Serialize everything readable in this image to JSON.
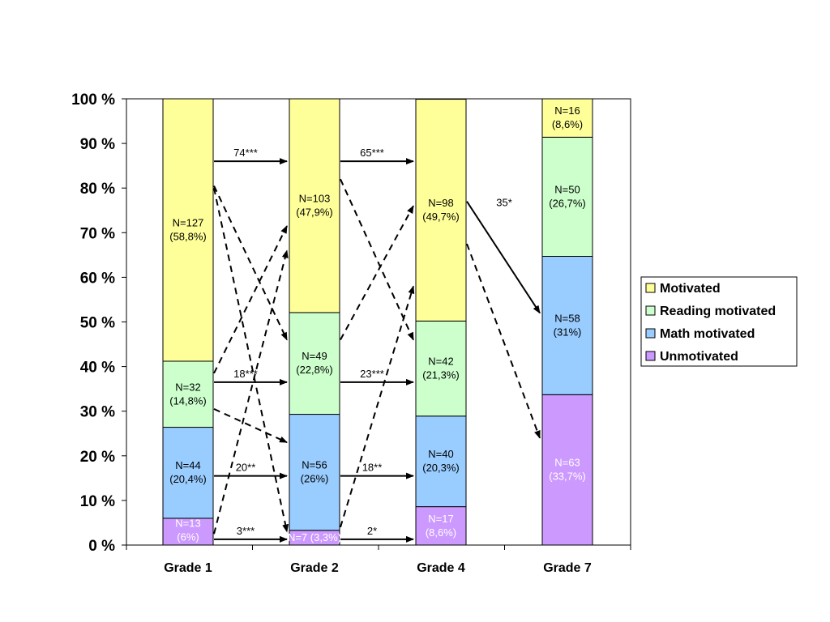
{
  "chart_data": {
    "type": "bar",
    "stacked": true,
    "percent_stacked": true,
    "categories": [
      "Grade 1",
      "Grade 2",
      "Grade 4",
      "Grade 7"
    ],
    "y_ticks": [
      "0 %",
      "10 %",
      "20 %",
      "30 %",
      "40 %",
      "50 %",
      "60 %",
      "70 %",
      "80 %",
      "90 %",
      "100 %"
    ],
    "ylim": [
      0,
      100
    ],
    "grid": false,
    "legend_position": "right",
    "series": [
      {
        "name": "Unmotivated",
        "color": "#cc99ff",
        "values": [
          6,
          3.3,
          8.6,
          33.7
        ],
        "labels": [
          [
            "N=13",
            "(6%)"
          ],
          [
            "N=7 (3,3%)"
          ],
          [
            "N=17",
            "(8,6%)"
          ],
          [
            "N=63",
            "(33,7%)"
          ]
        ],
        "label_color": "#ffffff"
      },
      {
        "name": "Math motivated",
        "color": "#99ccff",
        "values": [
          20.4,
          26,
          20.3,
          31
        ],
        "labels": [
          [
            "N=44",
            "(20,4%)"
          ],
          [
            "N=56",
            "(26%)"
          ],
          [
            "N=40",
            "(20,3%)"
          ],
          [
            "N=58",
            "(31%)"
          ]
        ],
        "label_color": "#000000"
      },
      {
        "name": "Reading motivated",
        "color": "#ccffcc",
        "values": [
          14.8,
          22.8,
          21.3,
          26.7
        ],
        "labels": [
          [
            "N=32",
            "(14,8%)"
          ],
          [
            "N=49",
            "(22,8%)"
          ],
          [
            "N=42",
            "(21,3%)"
          ],
          [
            "N=50",
            "(26,7%)"
          ]
        ],
        "label_color": "#000000"
      },
      {
        "name": "Motivated",
        "color": "#ffff99",
        "values": [
          58.8,
          47.9,
          49.7,
          8.6
        ],
        "labels": [
          [
            "N=127",
            "(58,8%)"
          ],
          [
            "N=103",
            "(47,9%)"
          ],
          [
            "N=98",
            "(49,7%)"
          ],
          [
            "N=16",
            "(8,6%)"
          ]
        ],
        "label_color": "#000000"
      }
    ],
    "legend": [
      "Motivated",
      "Reading motivated",
      "Math motivated",
      "Unmotivated"
    ],
    "transitions": [
      {
        "from": 0,
        "to": 1,
        "y_from": 86,
        "y_to": 86,
        "style": "solid",
        "label": "74***"
      },
      {
        "from": 0,
        "to": 1,
        "y_from": 36.5,
        "y_to": 36.5,
        "style": "solid",
        "label": "18***"
      },
      {
        "from": 0,
        "to": 1,
        "y_from": 15.5,
        "y_to": 15.5,
        "style": "solid",
        "label": "20**"
      },
      {
        "from": 0,
        "to": 1,
        "y_from": 1.3,
        "y_to": 1.3,
        "style": "solid",
        "label": "3***"
      },
      {
        "from": 0,
        "to": 1,
        "y_from": 80.5,
        "y_to": 46,
        "style": "dashed",
        "label": ""
      },
      {
        "from": 0,
        "to": 1,
        "y_from": 80,
        "y_to": 3,
        "style": "dashed",
        "label": ""
      },
      {
        "from": 0,
        "to": 1,
        "y_from": 38.5,
        "y_to": 71.5,
        "style": "dashed",
        "label": ""
      },
      {
        "from": 0,
        "to": 1,
        "y_from": 30.5,
        "y_to": 23,
        "style": "dashed",
        "label": ""
      },
      {
        "from": 0,
        "to": 1,
        "y_from": 2.5,
        "y_to": 66,
        "style": "dashed",
        "label": ""
      },
      {
        "from": 1,
        "to": 2,
        "y_from": 86,
        "y_to": 86,
        "style": "solid",
        "label": "65***"
      },
      {
        "from": 1,
        "to": 2,
        "y_from": 36.5,
        "y_to": 36.5,
        "style": "solid",
        "label": "23***"
      },
      {
        "from": 1,
        "to": 2,
        "y_from": 15.5,
        "y_to": 15.5,
        "style": "solid",
        "label": "18**"
      },
      {
        "from": 1,
        "to": 2,
        "y_from": 1.3,
        "y_to": 1.3,
        "style": "solid",
        "label": "2*"
      },
      {
        "from": 1,
        "to": 2,
        "y_from": 82,
        "y_to": 46,
        "style": "dashed",
        "label": ""
      },
      {
        "from": 1,
        "to": 2,
        "y_from": 46,
        "y_to": 76,
        "style": "dashed",
        "label": ""
      },
      {
        "from": 1,
        "to": 2,
        "y_from": 4,
        "y_to": 58,
        "style": "dashed",
        "label": ""
      },
      {
        "from": 2,
        "to": 3,
        "y_from": 77,
        "y_to": 52,
        "style": "solid",
        "label": "35*"
      },
      {
        "from": 2,
        "to": 3,
        "y_from": 67.5,
        "y_to": 24,
        "style": "dashed",
        "label": ""
      }
    ]
  }
}
